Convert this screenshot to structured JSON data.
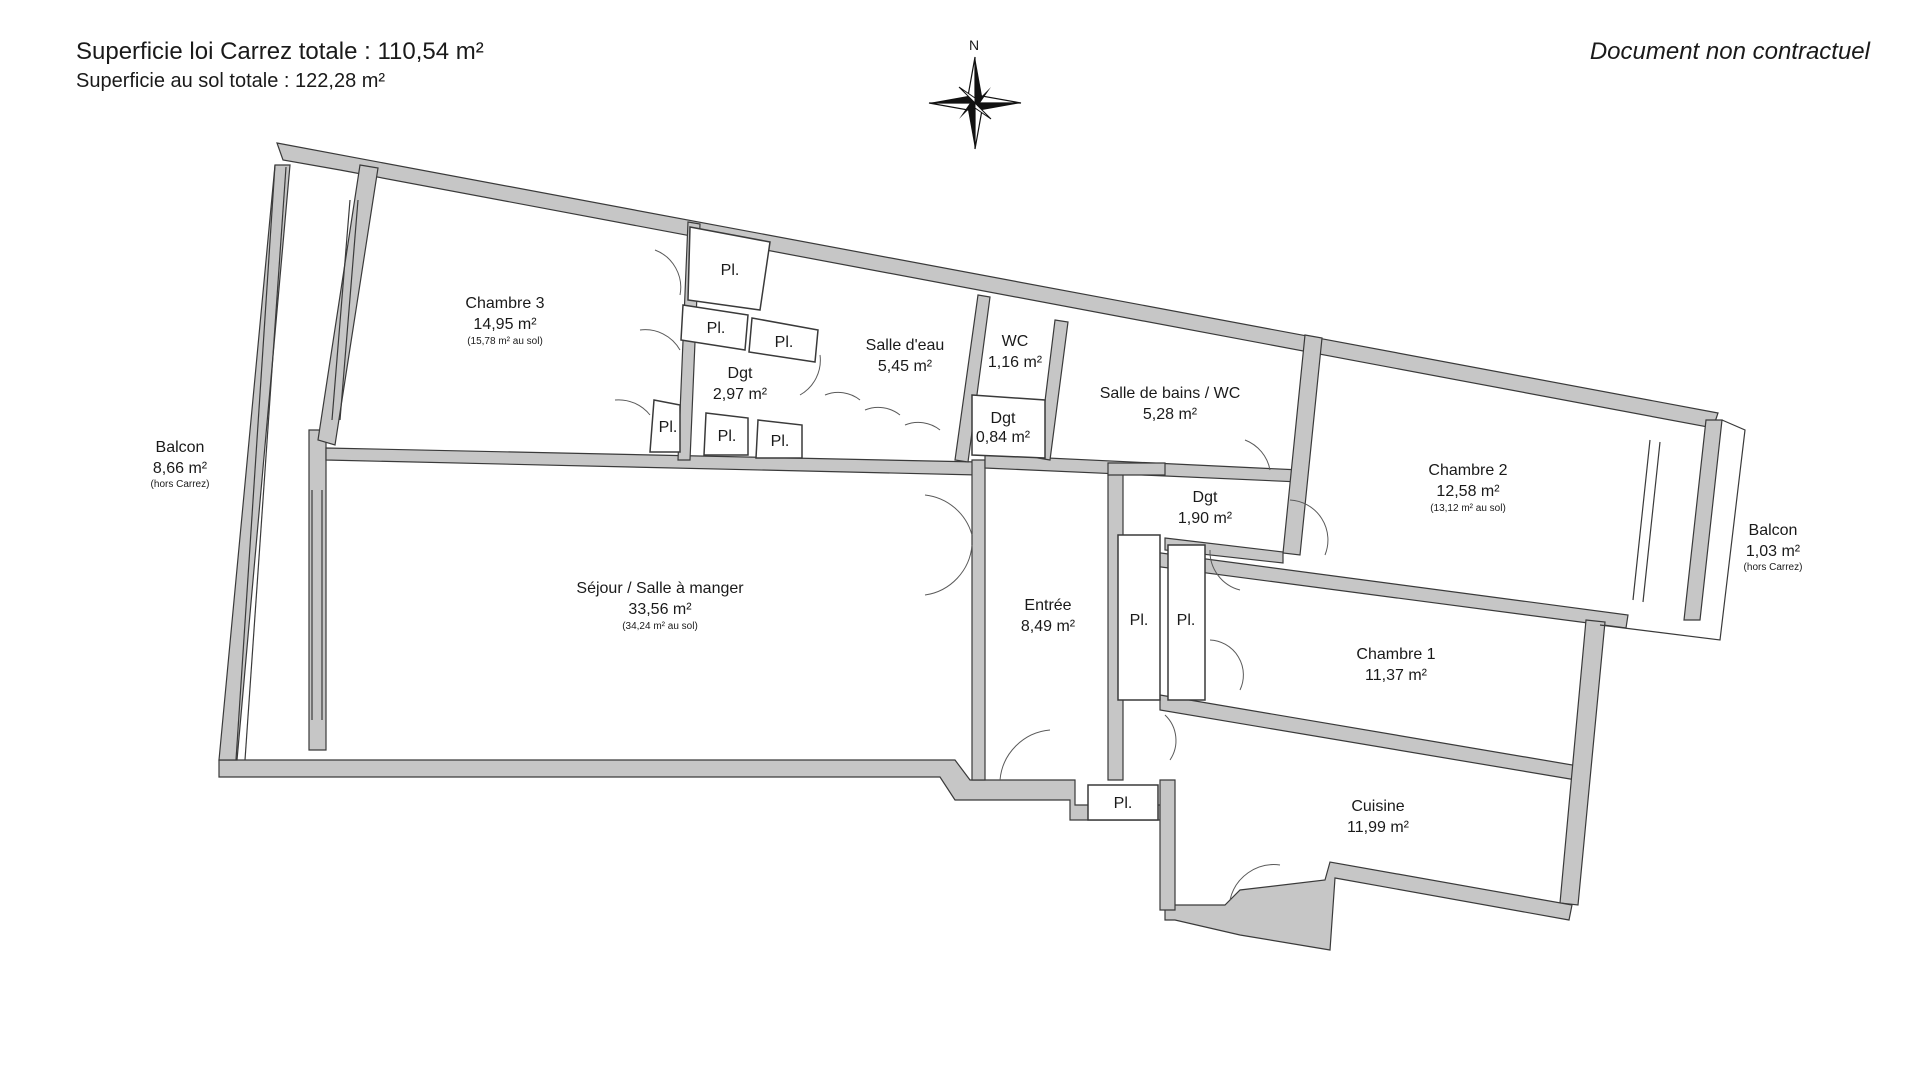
{
  "header": {
    "carrez": "Superficie loi Carrez totale :  110,54 m²",
    "sol": "Superficie au sol totale :  122,28 m²",
    "disclaimer": "Document non contractuel"
  },
  "compass": {
    "north": "N"
  },
  "rooms": {
    "chambre3": {
      "name": "Chambre 3",
      "area": "14,95 m²",
      "note": "(15,78 m² au sol)"
    },
    "sejour": {
      "name": "Séjour / Salle à manger",
      "area": "33,56 m²",
      "note": "(34,24 m² au sol)"
    },
    "balcon_w": {
      "name": "Balcon",
      "area": "8,66 m²",
      "note": "(hors Carrez)"
    },
    "dgt1": {
      "name": "Dgt",
      "area": "2,97 m²"
    },
    "salle_eau": {
      "name": "Salle d'eau",
      "area": "5,45 m²"
    },
    "wc": {
      "name": "WC",
      "area": "1,16 m²"
    },
    "dgt2": {
      "name": "Dgt",
      "area": "0,84 m²"
    },
    "sdb": {
      "name": "Salle de bains / WC",
      "area": "5,28 m²"
    },
    "dgt3": {
      "name": "Dgt",
      "area": "1,90 m²"
    },
    "chambre2": {
      "name": "Chambre 2",
      "area": "12,58 m²",
      "note": "(13,12 m² au sol)"
    },
    "balcon_e": {
      "name": "Balcon",
      "area": "1,03 m²",
      "note": "(hors Carrez)"
    },
    "entree": {
      "name": "Entrée",
      "area": "8,49 m²"
    },
    "chambre1": {
      "name": "Chambre 1",
      "area": "11,37 m²"
    },
    "cuisine": {
      "name": "Cuisine",
      "area": "11,99 m²"
    }
  },
  "placard_label": "Pl.",
  "colors": {
    "wall": "#c6c6c6",
    "outline": "#3a3a3a",
    "background": "#ffffff"
  }
}
